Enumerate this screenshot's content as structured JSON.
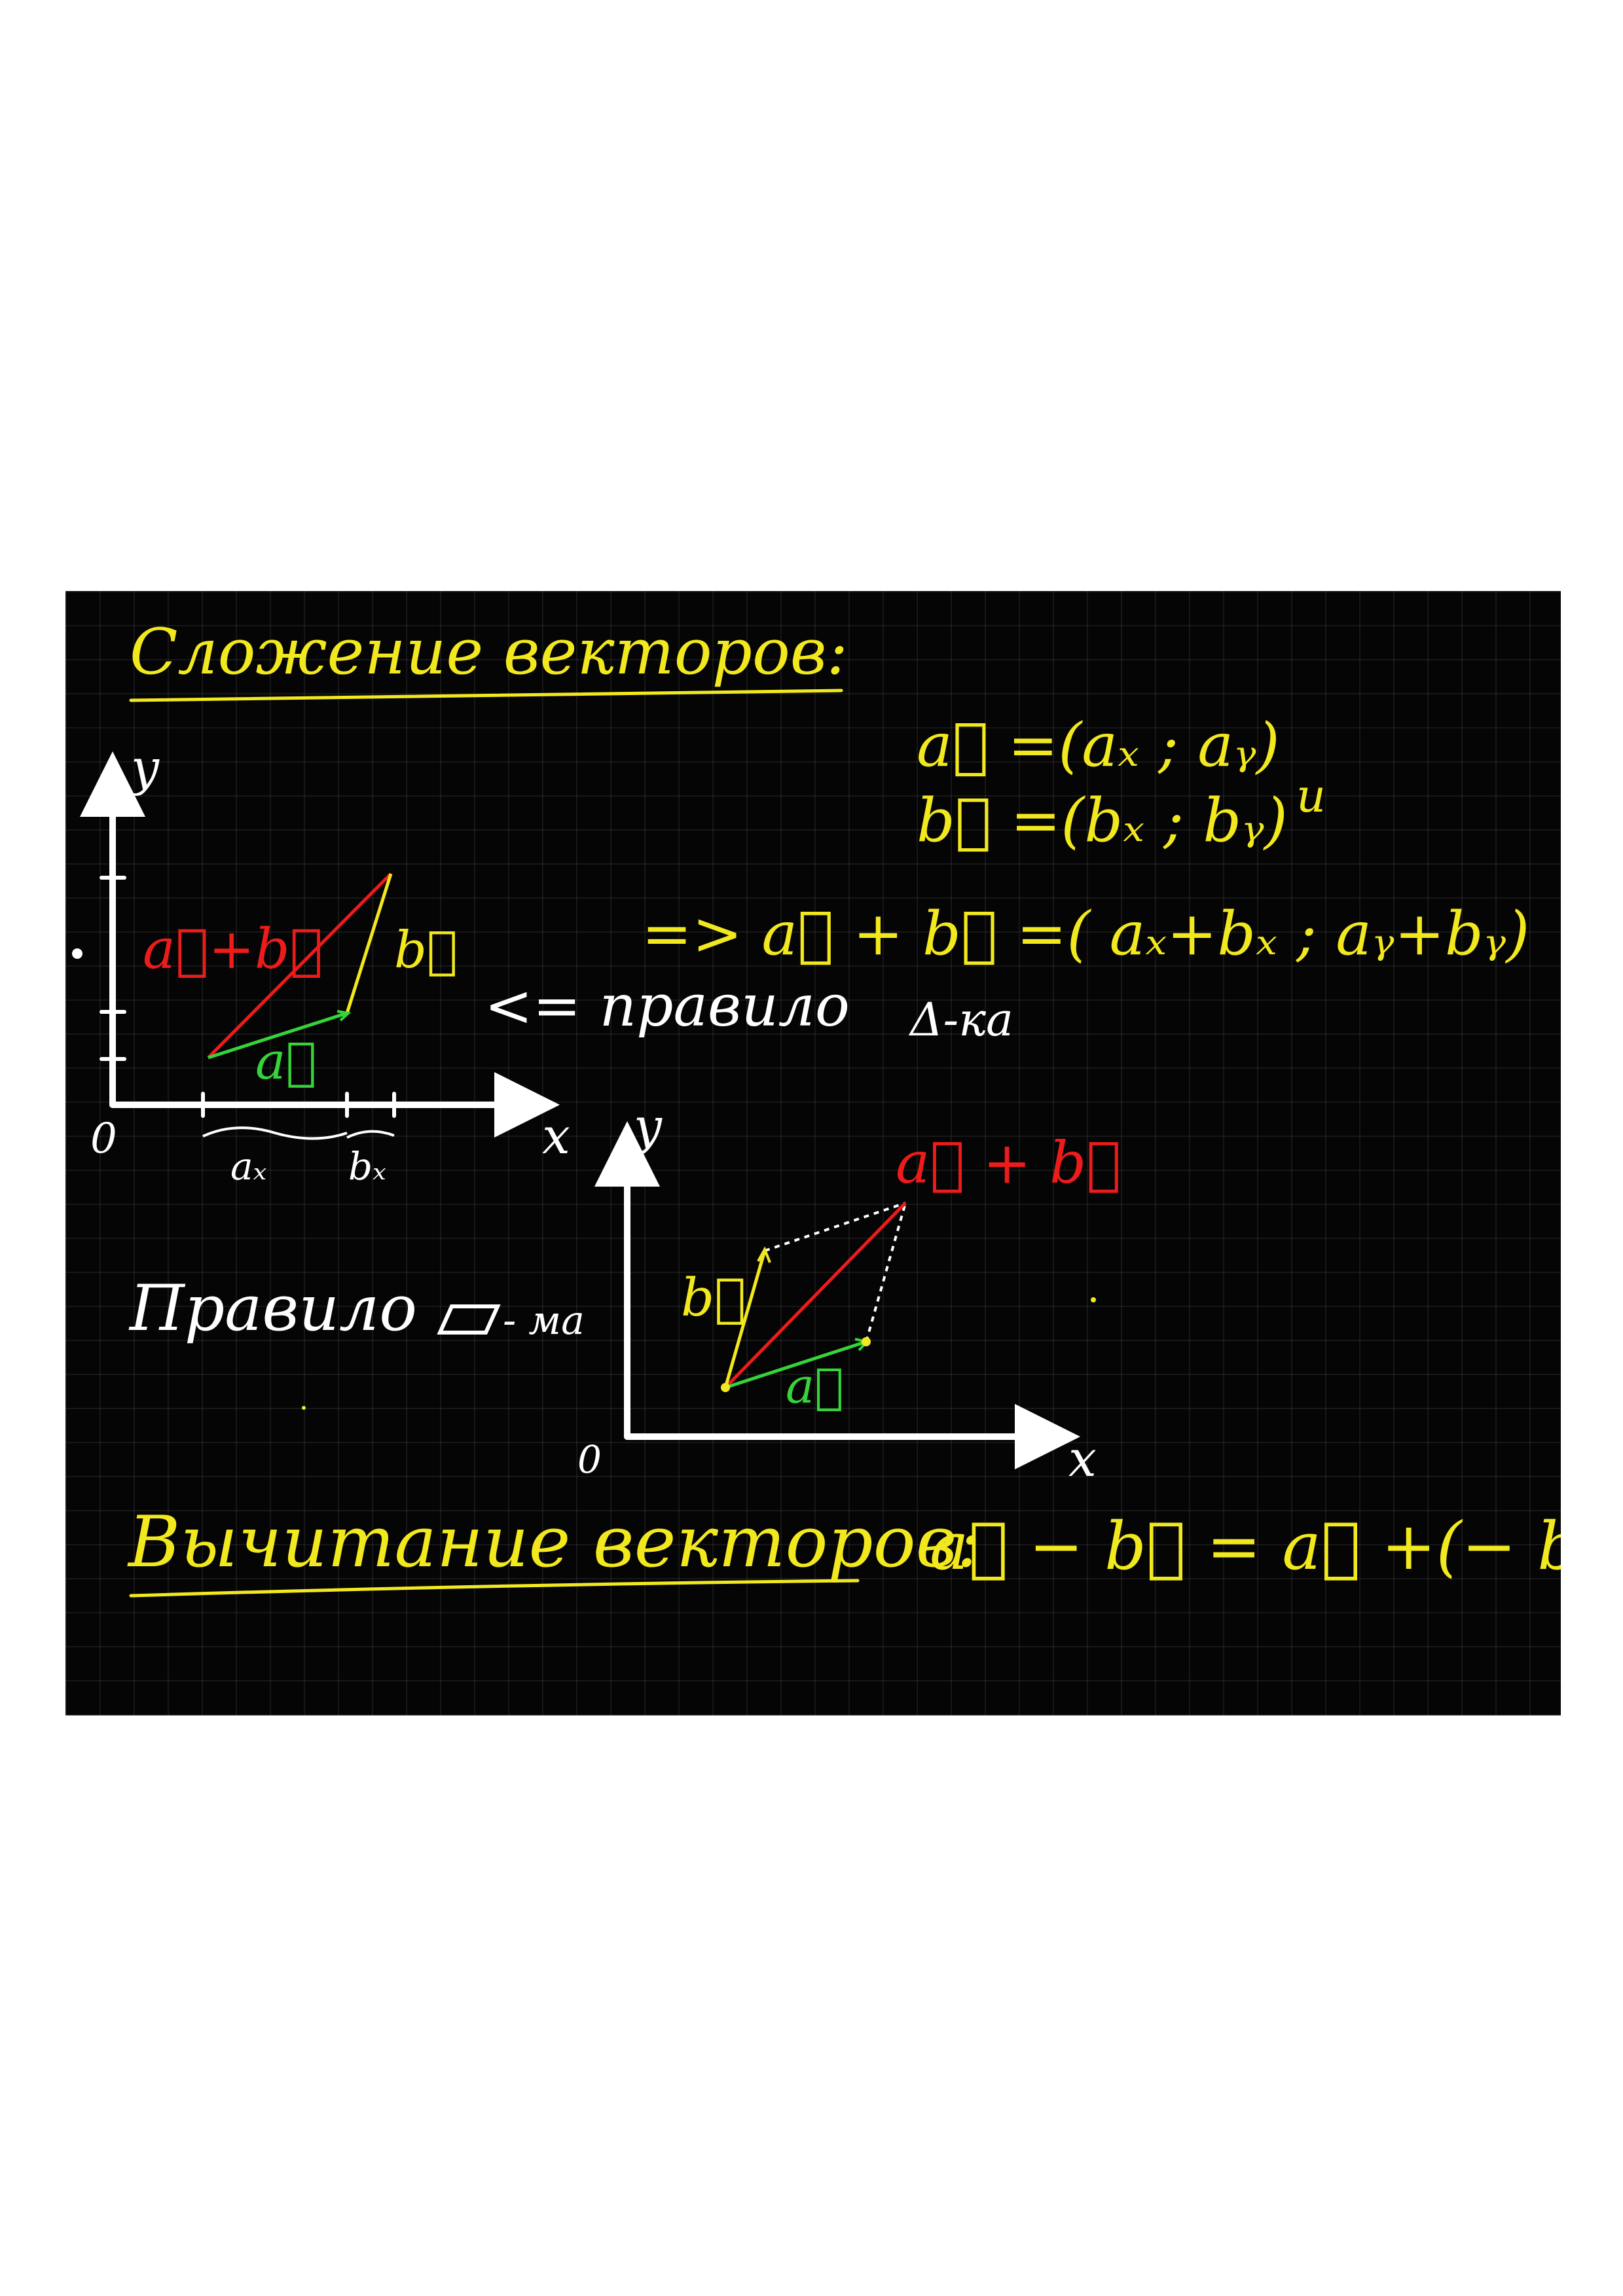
{
  "colors": {
    "board": "#050505",
    "yellow_ink": "#f2e81e",
    "white_ink": "#ffffff",
    "red_ink": "#ee1b1b",
    "green_ink": "#36d33a"
  },
  "title": "Сложение векторов:",
  "definitions": {
    "a_def": "a⃗ =(aₓ ; aᵧ)",
    "conj": "и",
    "b_def": "b⃗ =(bₓ ; bᵧ)",
    "implication": "=> a⃗ + b⃗ =( aₓ+bₓ ; aᵧ+bᵧ)"
  },
  "rule_triangle": {
    "prefix": "<= правило",
    "suffix": "Δ-ка"
  },
  "graph_triangle": {
    "axis_y": "y",
    "axis_x": "x",
    "origin": "0",
    "sum_label": "a⃗+b⃗",
    "b_label": "b⃗",
    "a_label": "a⃗",
    "ax_label": "aₓ",
    "bx_label": "bₓ"
  },
  "rule_parallelogram": {
    "prefix": "Правило",
    "suffix": "- ма"
  },
  "graph_parallelogram": {
    "axis_y": "y",
    "axis_x": "x",
    "origin": "0",
    "sum_label": "a⃗ + b⃗",
    "b_label": "b⃗",
    "a_label": "a⃗"
  },
  "subtraction": {
    "heading": "Вычитание векторов:",
    "formula": "a⃗ − b⃗ = a⃗ +(− b⃗)"
  }
}
